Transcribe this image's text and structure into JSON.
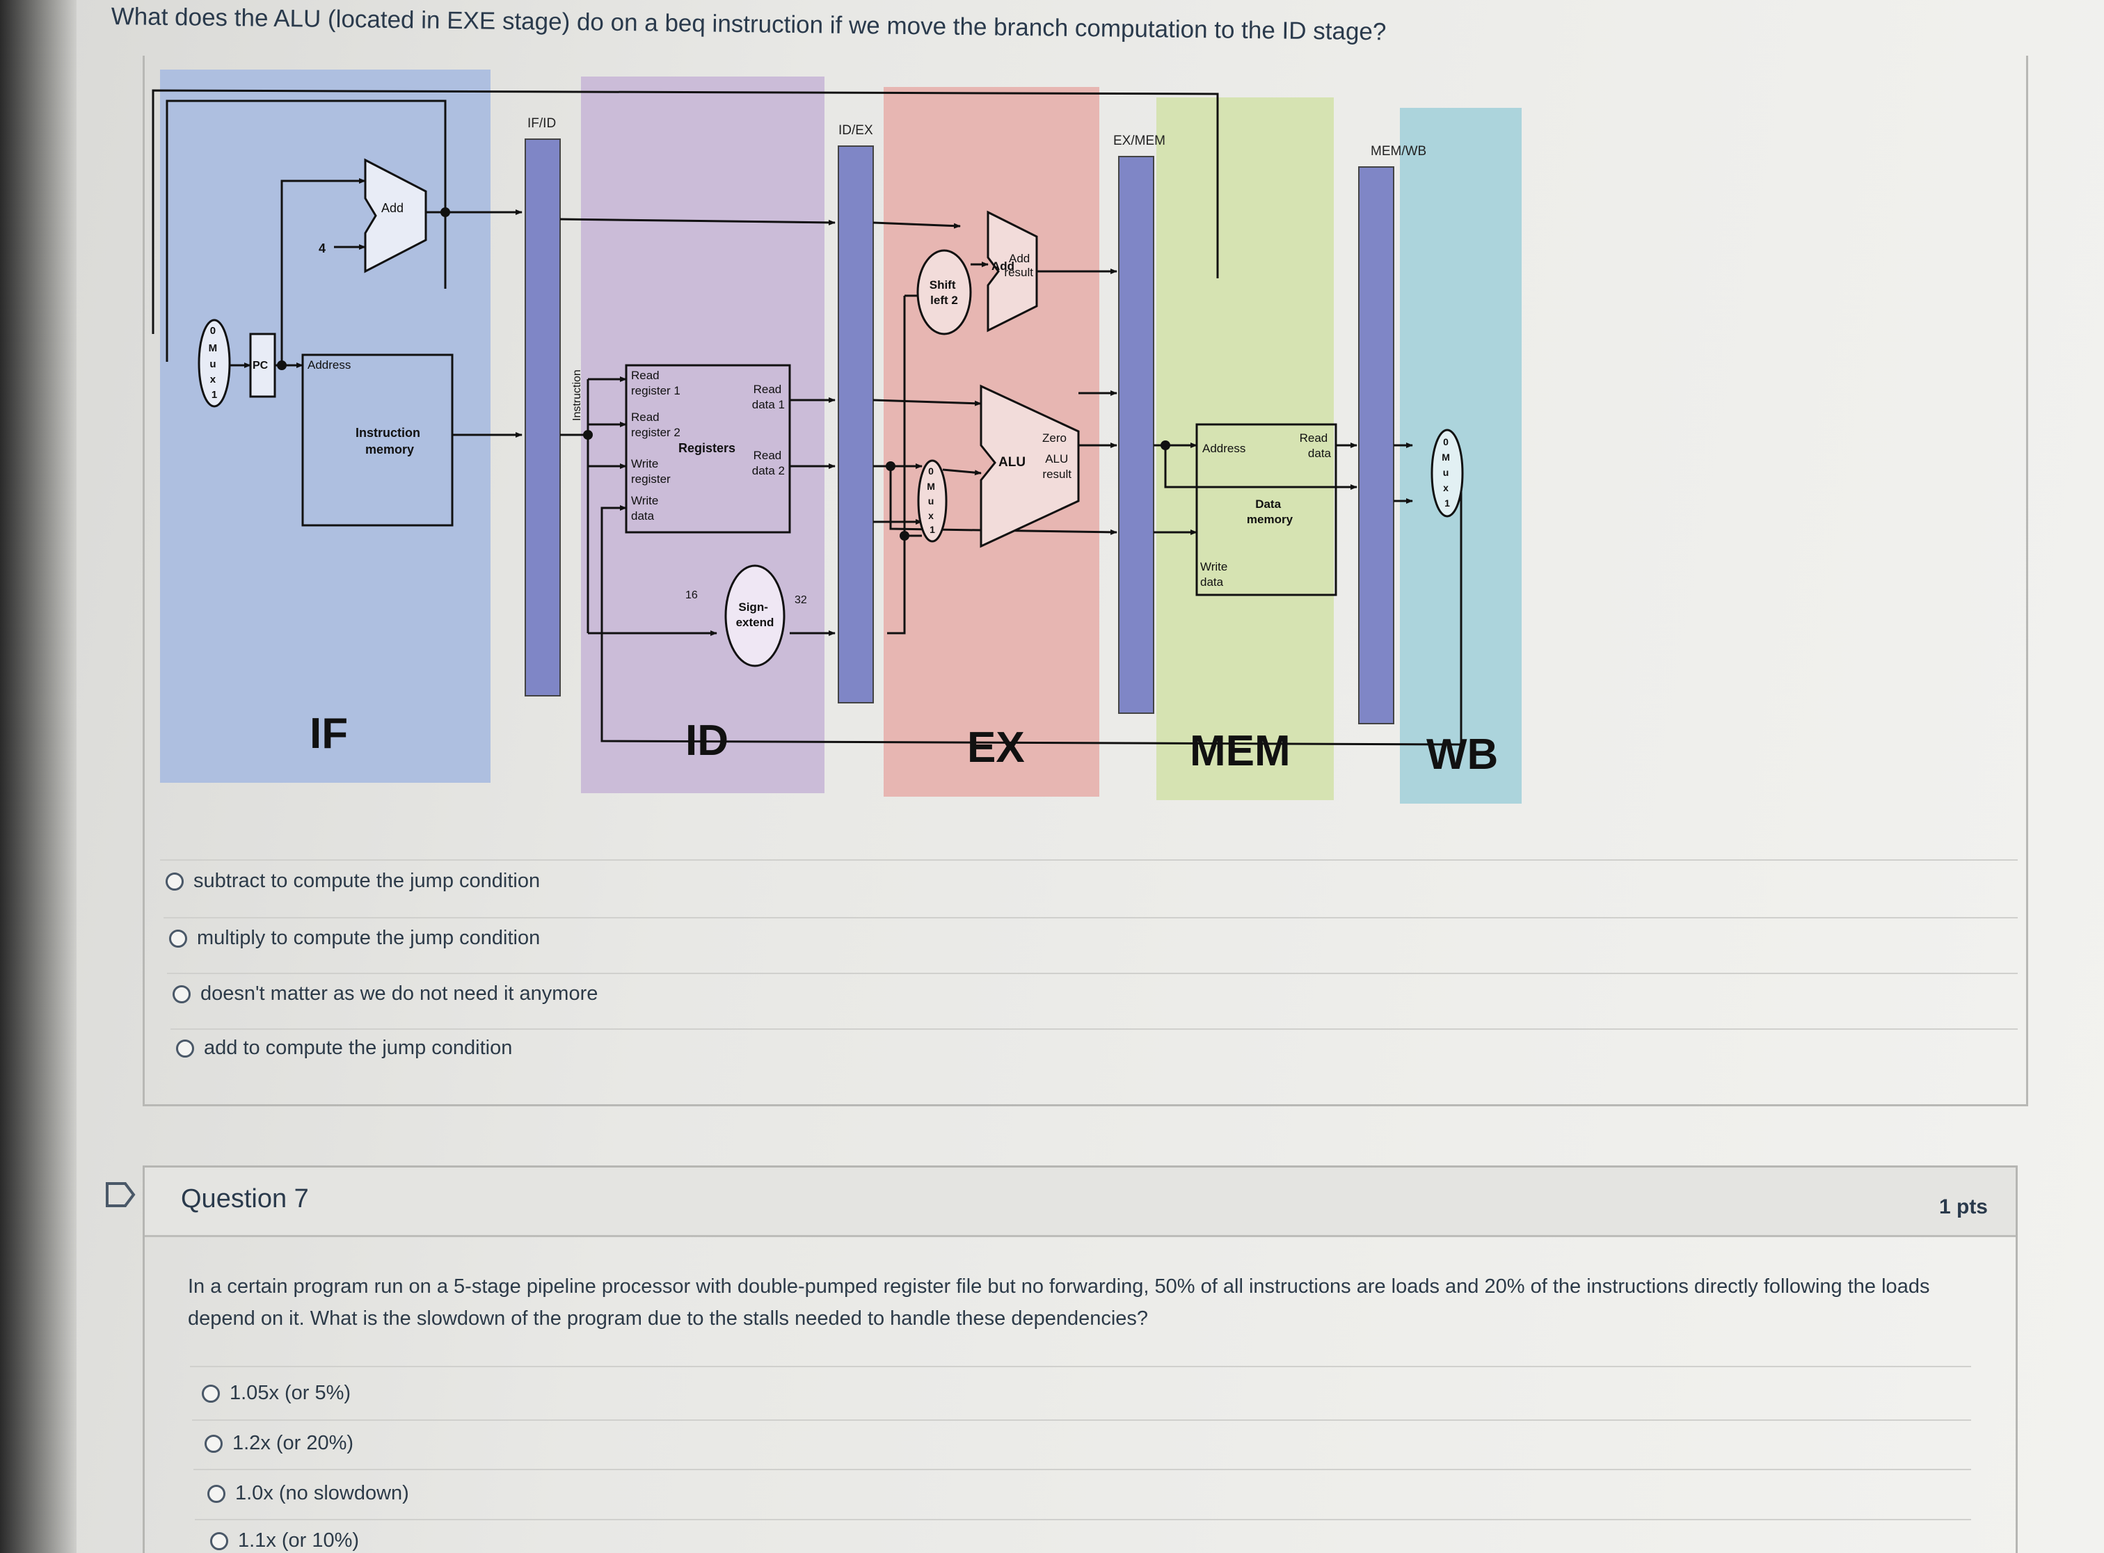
{
  "question6": {
    "prompt": "What does the ALU (located in EXE stage) do on a beq instruction if we move the branch computation to the ID stage?",
    "options": [
      "subtract to compute the jump condition",
      "multiply to compute the jump condition",
      "doesn't matter as we do not need it anymore",
      "add to compute the jump condition"
    ]
  },
  "diagram": {
    "stages": [
      "IF",
      "ID",
      "EX",
      "MEM",
      "WB"
    ],
    "stage_colors": [
      "#aebfe0",
      "#cbbcd8",
      "#e7b6b2",
      "#d6e3b2",
      "#acd4dc"
    ],
    "pipeline_registers": [
      "IF/ID",
      "ID/EX",
      "EX/MEM",
      "MEM/WB"
    ],
    "register_color": "#7f86c6",
    "labels": {
      "add": "Add",
      "four": "4",
      "pc": "PC",
      "address": "Address",
      "instruction_memory": [
        "Instruction",
        "memory"
      ],
      "instruction": "Instruction",
      "mux": [
        "0",
        "M",
        "u",
        "x",
        "1"
      ],
      "read_register1": [
        "Read",
        "register 1"
      ],
      "read_register2": [
        "Read",
        "register 2"
      ],
      "registers": "Registers",
      "read_data1": [
        "Read",
        "data 1"
      ],
      "read_data2": [
        "Read",
        "data 2"
      ],
      "write_register": [
        "Write",
        "register"
      ],
      "write_data": [
        "Write",
        "data"
      ],
      "sixteen": "16",
      "thirty_two": "32",
      "sign_extend": [
        "Sign-",
        "extend"
      ],
      "shift_left2": [
        "Shift",
        "left 2"
      ],
      "add_result": [
        "Add",
        "result"
      ],
      "alu": "ALU",
      "zero": "Zero",
      "alu_result": [
        "ALU",
        "result"
      ],
      "data_memory": [
        "Data",
        "memory"
      ],
      "read_data": [
        "Read",
        "data"
      ]
    }
  },
  "question7": {
    "title": "Question 7",
    "points": "1 pts",
    "prompt": "In a certain program run on a 5-stage pipeline processor with double-pumped register file but no forwarding, 50% of all instructions are loads and 20% of the instructions directly following the loads depend on it. What is the slowdown of the program due to the stalls needed to handle these dependencies?",
    "options": [
      "1.05x (or 5%)",
      "1.2x (or 20%)",
      "1.0x (no slowdown)",
      "1.1x (or 10%)"
    ]
  }
}
